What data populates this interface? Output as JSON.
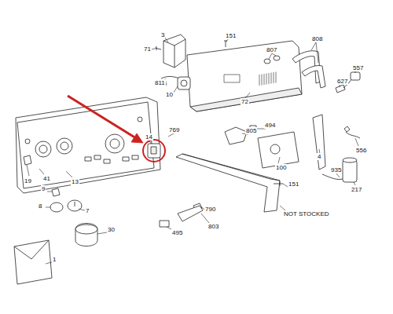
{
  "diagram": {
    "labels": [
      "3",
      "71",
      "151",
      "807",
      "808",
      "557",
      "811",
      "10",
      "72",
      "627",
      "805",
      "494",
      "769",
      "14",
      "100",
      "4",
      "556",
      "41",
      "19",
      "13",
      "151",
      "935",
      "217",
      "9",
      "8",
      "7",
      "790",
      "803",
      "495",
      "NOT STOCKED",
      "30",
      "1"
    ]
  }
}
